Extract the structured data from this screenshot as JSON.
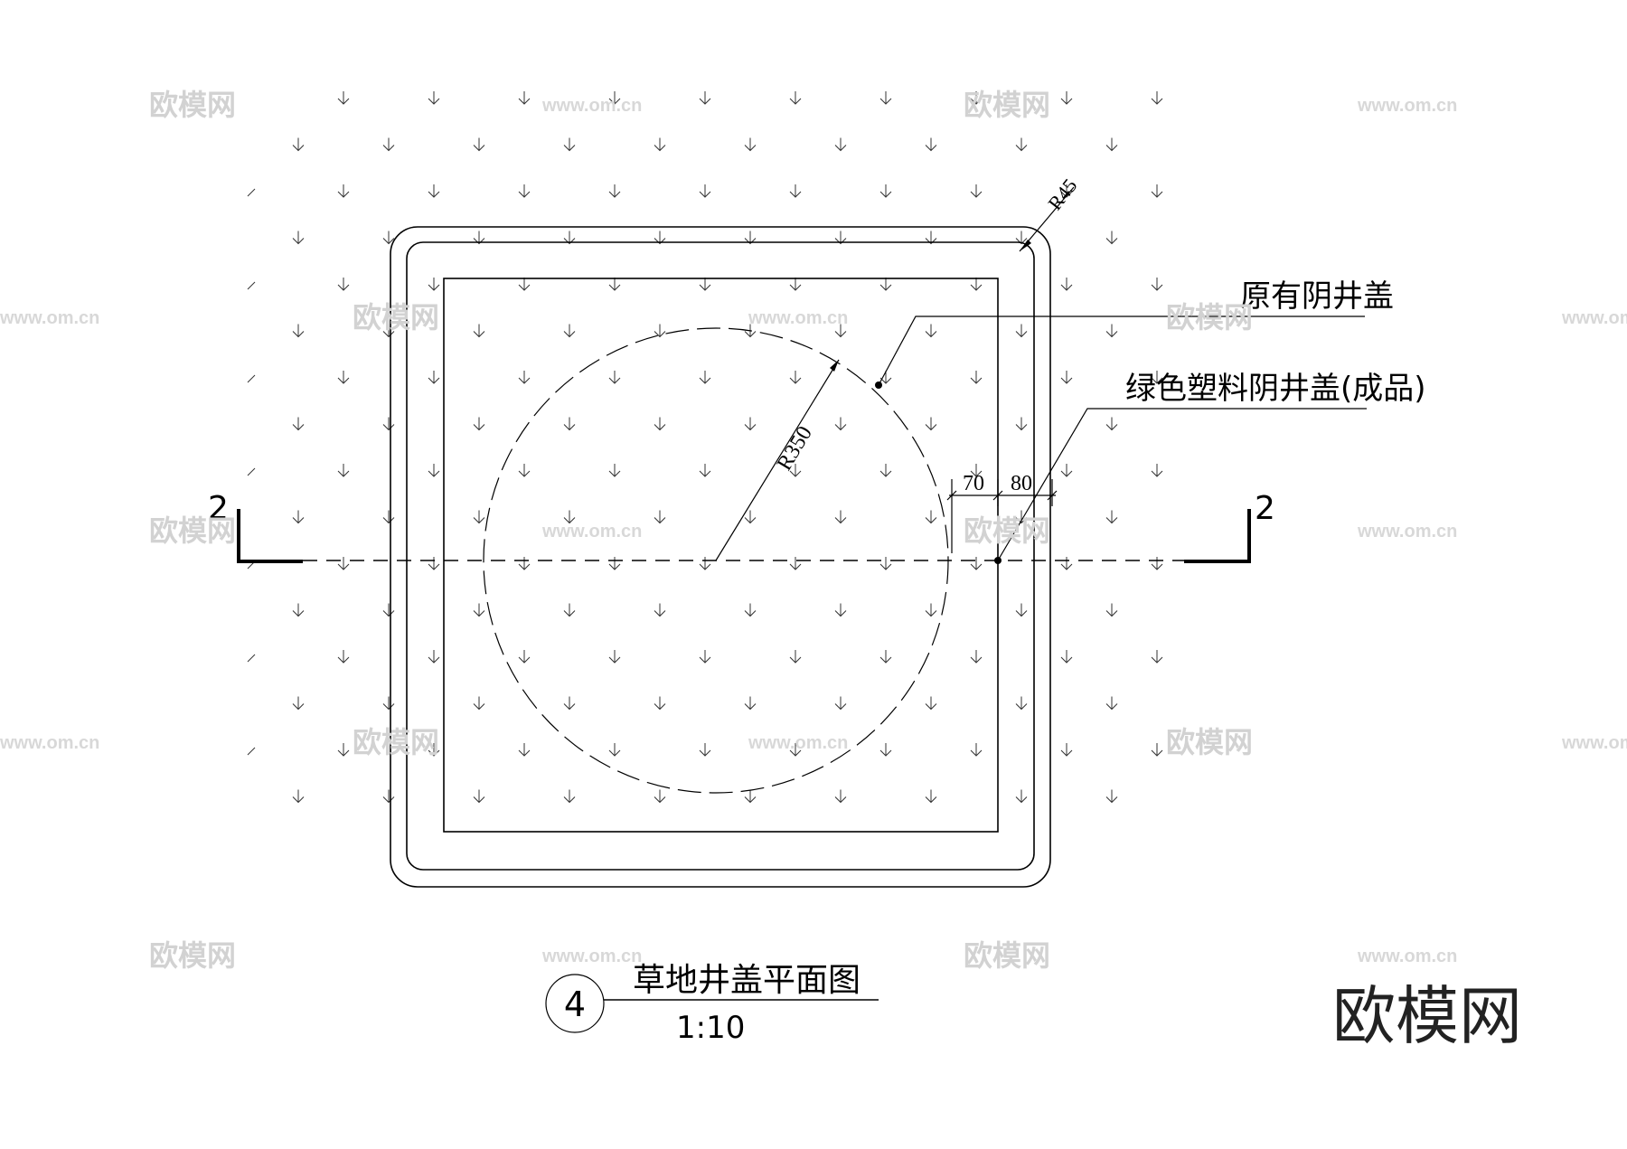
{
  "drawing": {
    "title": "草地井盖平面图",
    "scale": "1:10",
    "detail_number": "4",
    "callouts": {
      "existing_cover": "原有阴井盖",
      "green_plastic_cover": "绿色塑料阴井盖(成品)"
    },
    "dimensions": {
      "corner_radius": "R45",
      "circle_radius": "R350",
      "offset_1": "70",
      "offset_2": "80"
    },
    "section_marks": {
      "left": "2",
      "right": "2"
    },
    "watermarks": {
      "brand": "欧模网",
      "url": "www.om.cn"
    }
  }
}
